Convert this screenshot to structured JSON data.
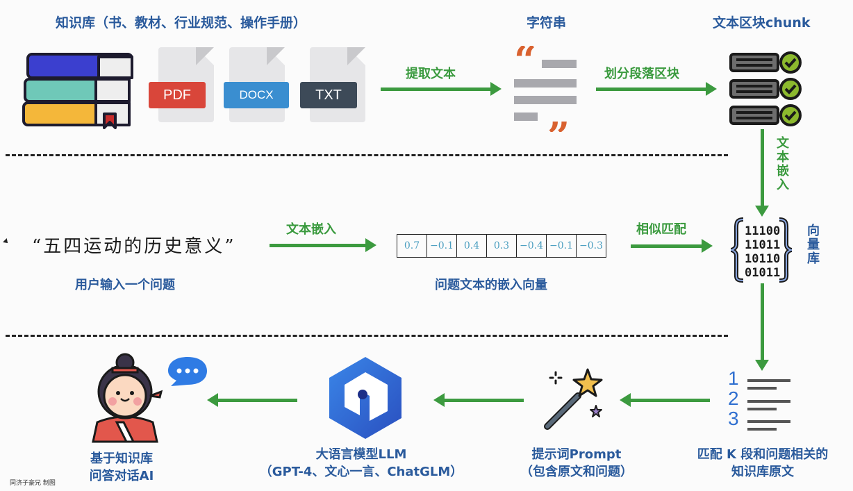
{
  "top": {
    "knowledge_base_title": "知识库（书、教材、行业规范、操作手册）",
    "files": [
      {
        "label": "PDF",
        "color": "#d9463a"
      },
      {
        "label": "DOCX",
        "color": "#3a8ed0"
      },
      {
        "label": "TXT",
        "color": "#3d4a58"
      }
    ],
    "extract_label": "提取文本",
    "string_title": "字符串",
    "split_label": "划分段落区块",
    "chunk_title": "文本区块chunk"
  },
  "middle": {
    "embed_vertical_label": "文本嵌入",
    "query_text": "“五四运动的历史意义”",
    "query_caption": "用户输入一个问题",
    "embed_label": "文本嵌入",
    "vector_values": [
      "0.7",
      "−0.1",
      "0.4",
      "0.3",
      "−0.4",
      "−0.1",
      "−0.3"
    ],
    "vector_caption": "问题文本的嵌入向量",
    "match_label": "相似匹配",
    "vector_db_label": "向量库",
    "binary_rows": [
      "11100",
      "11011",
      "10110",
      "01011"
    ]
  },
  "bottom": {
    "chat_ai_line1": "基于知识库",
    "chat_ai_line2": "问答对话AI",
    "llm_line1": "大语言模型LLM",
    "llm_line2": "（GPT-4、文心一言、ChatGLM）",
    "prompt_line1": "提示词Prompt",
    "prompt_line2": "（包含原文和问题）",
    "topk_line1": "匹配 K 段和问题相关的",
    "topk_line2": "知识库原文",
    "topk_numbers": [
      "1",
      "2",
      "3"
    ]
  },
  "credit": "同济子豪兄 制图",
  "colors": {
    "arrow_green": "#3c9a3f",
    "label_blue": "#2a5a9c",
    "label_green": "#3a9a3e"
  }
}
